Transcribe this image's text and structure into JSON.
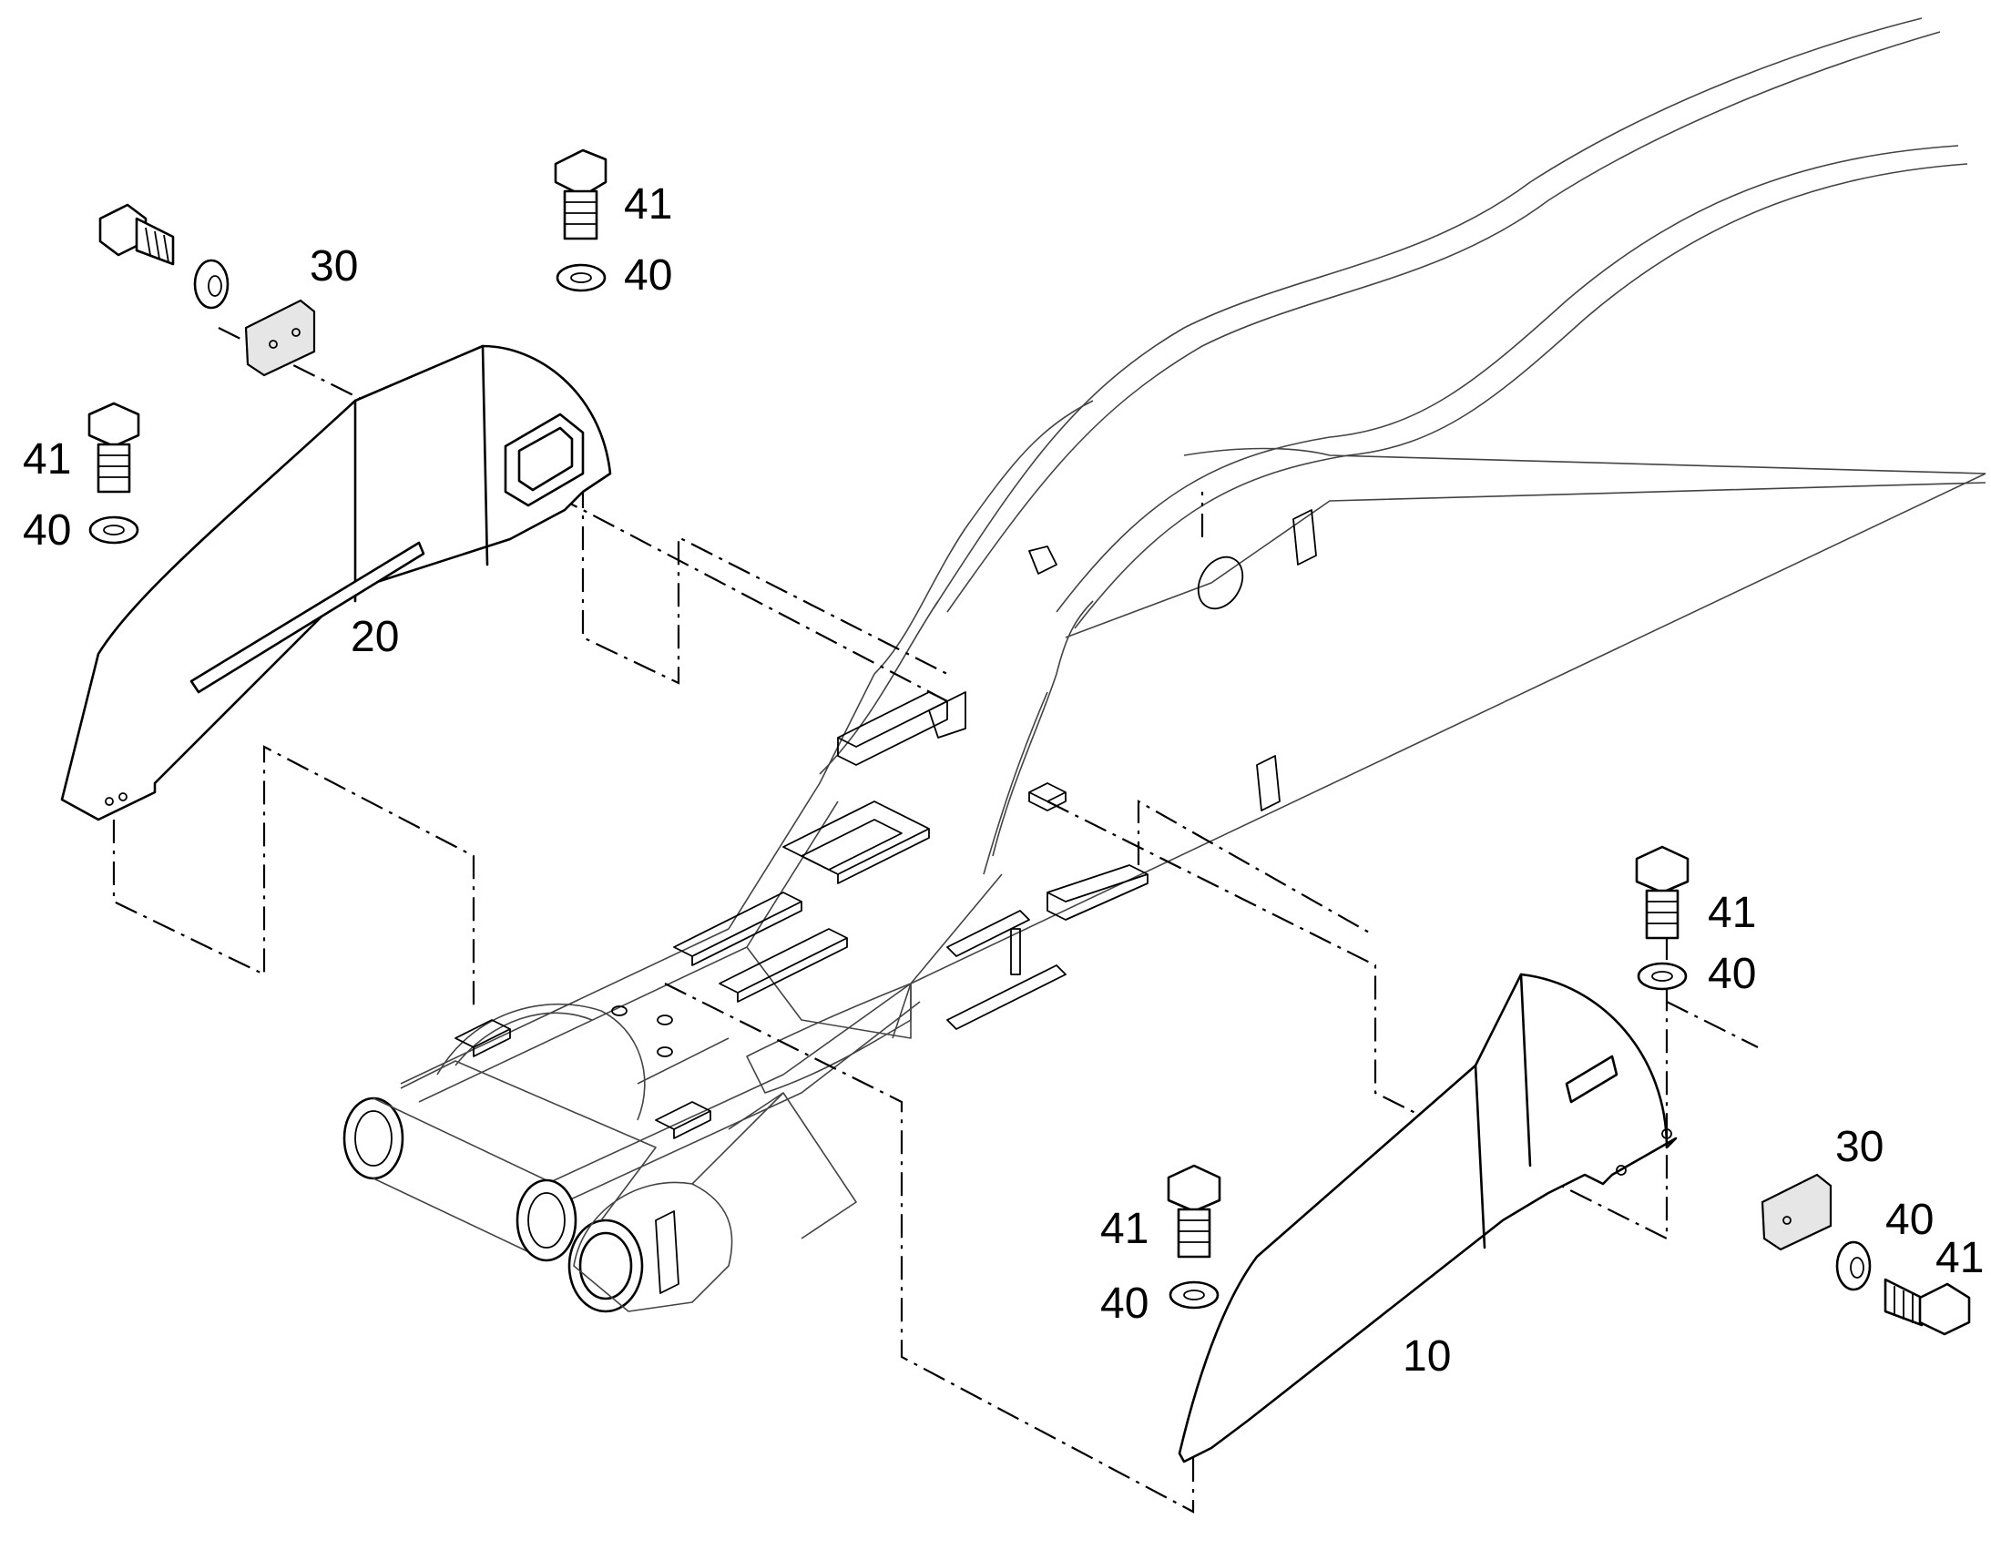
{
  "diagram": {
    "callouts": [
      {
        "id": "c1",
        "text": "41"
      },
      {
        "id": "c2",
        "text": "40"
      },
      {
        "id": "c3",
        "text": "30"
      },
      {
        "id": "c4",
        "text": "41"
      },
      {
        "id": "c5",
        "text": "40"
      },
      {
        "id": "c6",
        "text": "20"
      },
      {
        "id": "c7",
        "text": "41"
      },
      {
        "id": "c8",
        "text": "40"
      },
      {
        "id": "c9",
        "text": "30"
      },
      {
        "id": "c10",
        "text": "40"
      },
      {
        "id": "c11",
        "text": "41"
      },
      {
        "id": "c12",
        "text": "41"
      },
      {
        "id": "c13",
        "text": "40"
      },
      {
        "id": "c14",
        "text": "10"
      }
    ]
  }
}
